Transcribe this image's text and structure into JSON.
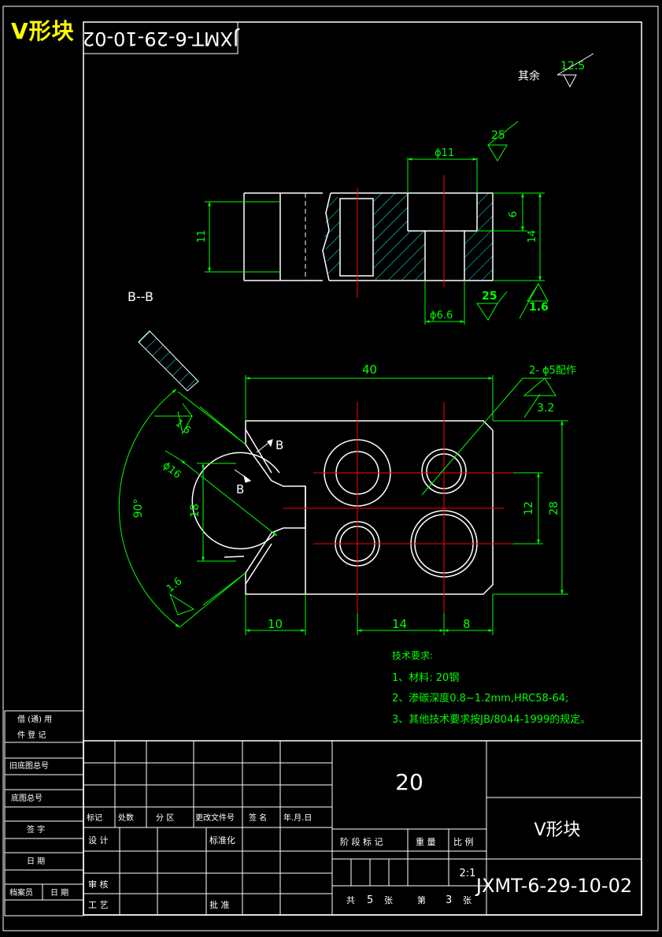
{
  "title_tag": "V形块",
  "mirrored_code": "JXMT-6-29-10-02",
  "roughness_other": {
    "label": "其余",
    "value": "12.5"
  },
  "section_label": "B--B",
  "section_view": {
    "dim_phi11": "ϕ11",
    "dim_phi66": "ϕ6.6",
    "dim_6": "6",
    "dim_14": "14",
    "dim_11": "11",
    "rough_25_top": "25",
    "rough_25_bot": "25",
    "rough_16": "1.6"
  },
  "plan_view": {
    "dim_40": "40",
    "hole_note": "2- ϕ5配作",
    "rough_32": "3.2",
    "angle_90": "90°",
    "dim_phi16": "ϕ16",
    "dim_18": "18",
    "rough_16a": "1.6",
    "rough_16b": "1.6",
    "dim_12": "12",
    "dim_28": "28",
    "dim_10": "10",
    "dim_14": "14",
    "dim_8": "8",
    "label_b1": "B",
    "label_b2": "B"
  },
  "tech_req": {
    "heading": "技术要求:",
    "line1": "1、材料: 20钢",
    "line2": "2、渗碳深度0.8~1.2mm,HRC58-64;",
    "line3": "3、其他技术要求按JB/8044-1999的规定。"
  },
  "left_strip": {
    "r1a": "借 (通) 用",
    "r1b": "件 登 记",
    "r2": "旧底图总号",
    "r3": "底图总号",
    "r4": "签 字",
    "r5": "日 期",
    "r6a": "档案员",
    "r6b": "日 期"
  },
  "title_block": {
    "material": "20",
    "part_name": "V形块",
    "drawing_no": "JXMT-6-29-10-02",
    "scale": "2:1",
    "h_mark": "标记",
    "h_count": "处数",
    "h_zone": "分 区",
    "h_doc": "更改文件号",
    "h_sign": "签 名",
    "h_date": "年.月.日",
    "r_design": "设 计",
    "r_std": "标准化",
    "r_review": "审 核",
    "r_process": "工 艺",
    "r_approve": "批 准",
    "h_stage": "阶 段 标 记",
    "h_weight": "重 量",
    "h_scale": "比 例",
    "sheet_total_label": "共",
    "sheet_total": "5",
    "sheet_total_unit": "张",
    "sheet_no_label": "第",
    "sheet_no": "3",
    "sheet_no_unit": "张"
  },
  "colors": {
    "outline": "#ffffff",
    "dimension": "#00ff00",
    "center": "#ff0000",
    "hatch": "#00ffff",
    "tag": "#ffff00"
  }
}
